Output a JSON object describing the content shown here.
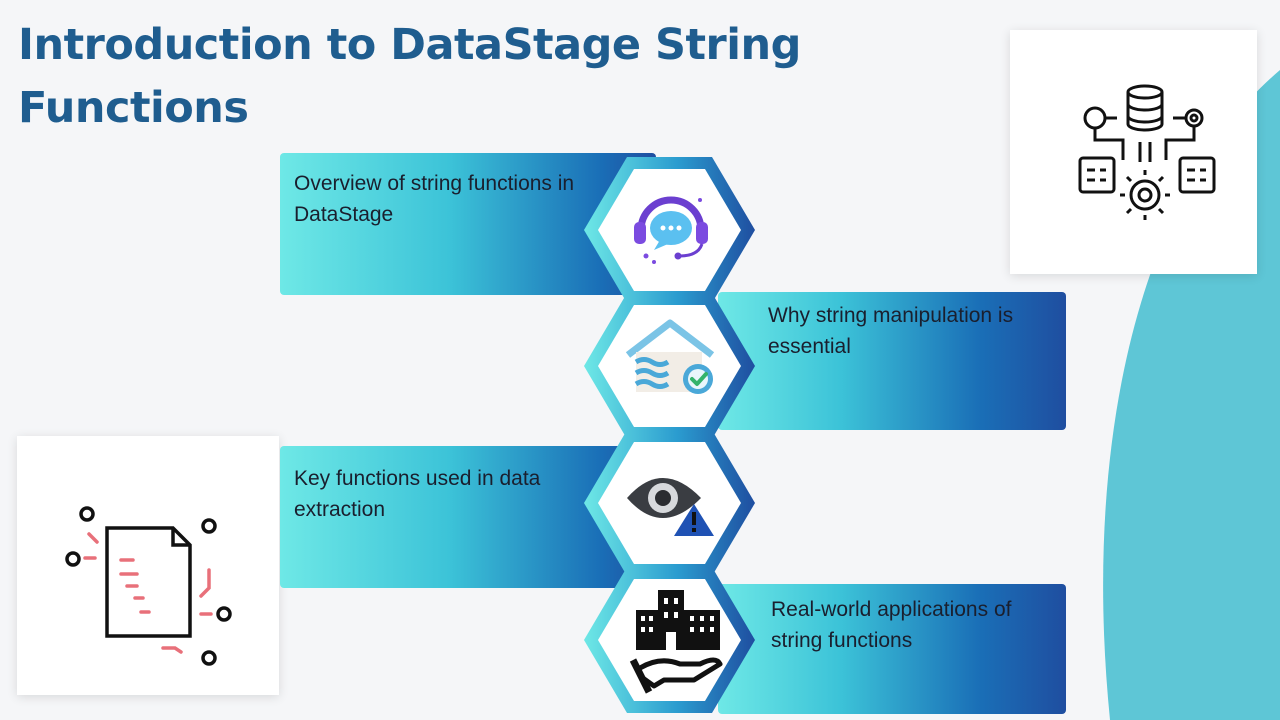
{
  "title": "Introduction to DataStage String Functions",
  "items": [
    {
      "text": "Overview of string functions in DataStage",
      "icon": "headset-chat-icon"
    },
    {
      "text": "Why string manipulation is essential",
      "icon": "house-check-icon"
    },
    {
      "text": "Key functions used in data extraction",
      "icon": "eye-warning-icon"
    },
    {
      "text": "Real-world applications of string functions",
      "icon": "building-hand-icon"
    }
  ],
  "decor": {
    "top_right_icon": "database-gears-icon",
    "bottom_left_icon": "document-connections-icon"
  },
  "colors": {
    "title": "#1f5d8f",
    "gradient_light": "#6ee8e6",
    "gradient_dark": "#1f4ea0",
    "accent_shape": "#5ec6d6",
    "doc_accent": "#e8707a"
  }
}
